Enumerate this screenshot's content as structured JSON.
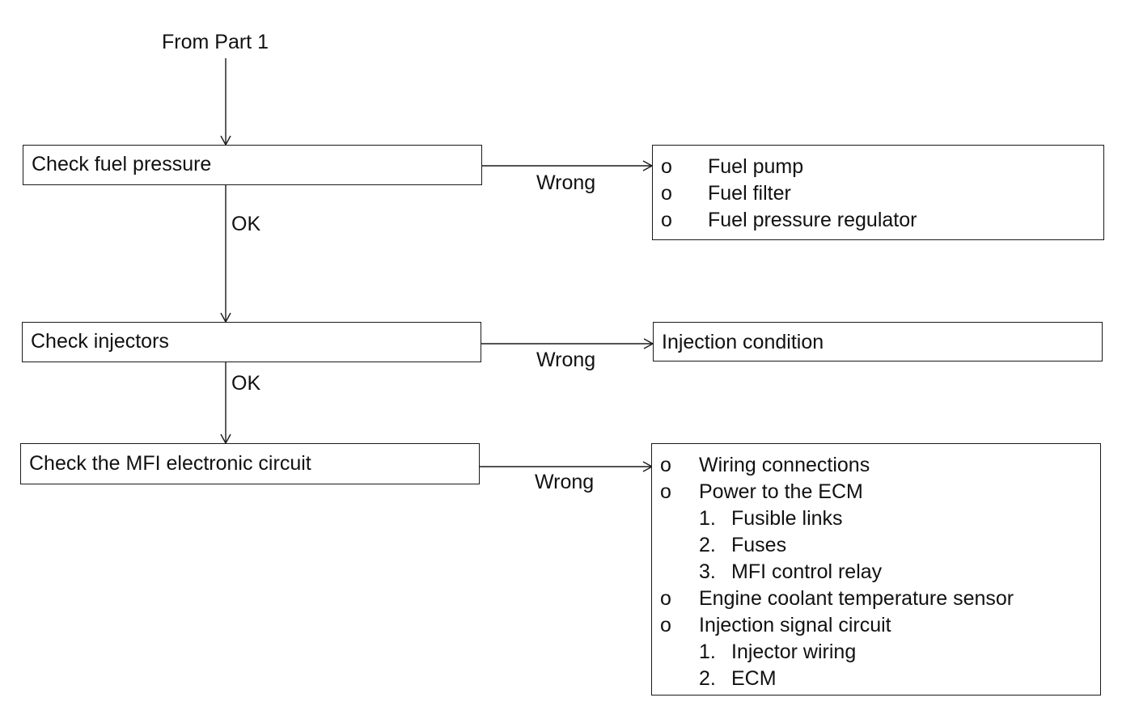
{
  "start_label": "From Part 1",
  "steps": [
    {
      "label": "Check fuel pressure",
      "branch_label": "Wrong",
      "next_label": "OK",
      "result": {
        "items": [
          {
            "bullet": "o",
            "text": "Fuel pump"
          },
          {
            "bullet": "o",
            "text": "Fuel filter"
          },
          {
            "bullet": "o",
            "text": "Fuel pressure regulator"
          }
        ]
      }
    },
    {
      "label": "Check injectors",
      "branch_label": "Wrong",
      "next_label": "OK",
      "result": {
        "text": "Injection condition"
      }
    },
    {
      "label": "Check the MFI electronic circuit",
      "branch_label": "Wrong",
      "result": {
        "items": [
          {
            "bullet": "o",
            "text": "Wiring connections"
          },
          {
            "bullet": "o",
            "text": "Power to the ECM",
            "subitems": [
              {
                "num": "1.",
                "text": "Fusible links"
              },
              {
                "num": "2.",
                "text": "Fuses"
              },
              {
                "num": "3.",
                "text": "MFI control relay"
              }
            ]
          },
          {
            "bullet": "o",
            "text": "Engine coolant temperature sensor"
          },
          {
            "bullet": "o",
            "text": "Injection signal circuit",
            "subitems": [
              {
                "num": "1.",
                "text": "Injector wiring"
              },
              {
                "num": "2.",
                "text": "ECM"
              }
            ]
          }
        ]
      }
    }
  ]
}
